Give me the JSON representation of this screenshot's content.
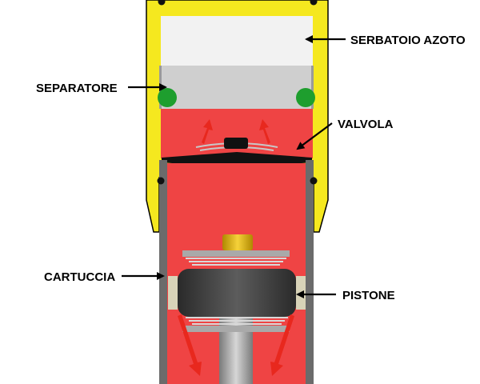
{
  "labels": {
    "serbatoio": "SERBATOIO AZOTO",
    "separatore": "SEPARATORE",
    "valvola": "VALVOLA",
    "cartuccia": "CARTUCCIA",
    "pistone": "PISTONE"
  },
  "colors": {
    "reservoir_yellow": "#f5e81f",
    "nitrogen_chamber": "#f2f2f2",
    "separator_gray": "#cfcfcf",
    "oring_green": "#1e9e2e",
    "oil_red": "#ef4444",
    "flow_arrow_red": "#e8281e",
    "cartridge_gray": "#6b6b6b",
    "piston_dark": "#3a3a3a",
    "shims_silver": "#c8c8c8",
    "seal_beige": "#d8d3b8",
    "nut_gold": "#e0b400",
    "leader_line": "#000000"
  }
}
